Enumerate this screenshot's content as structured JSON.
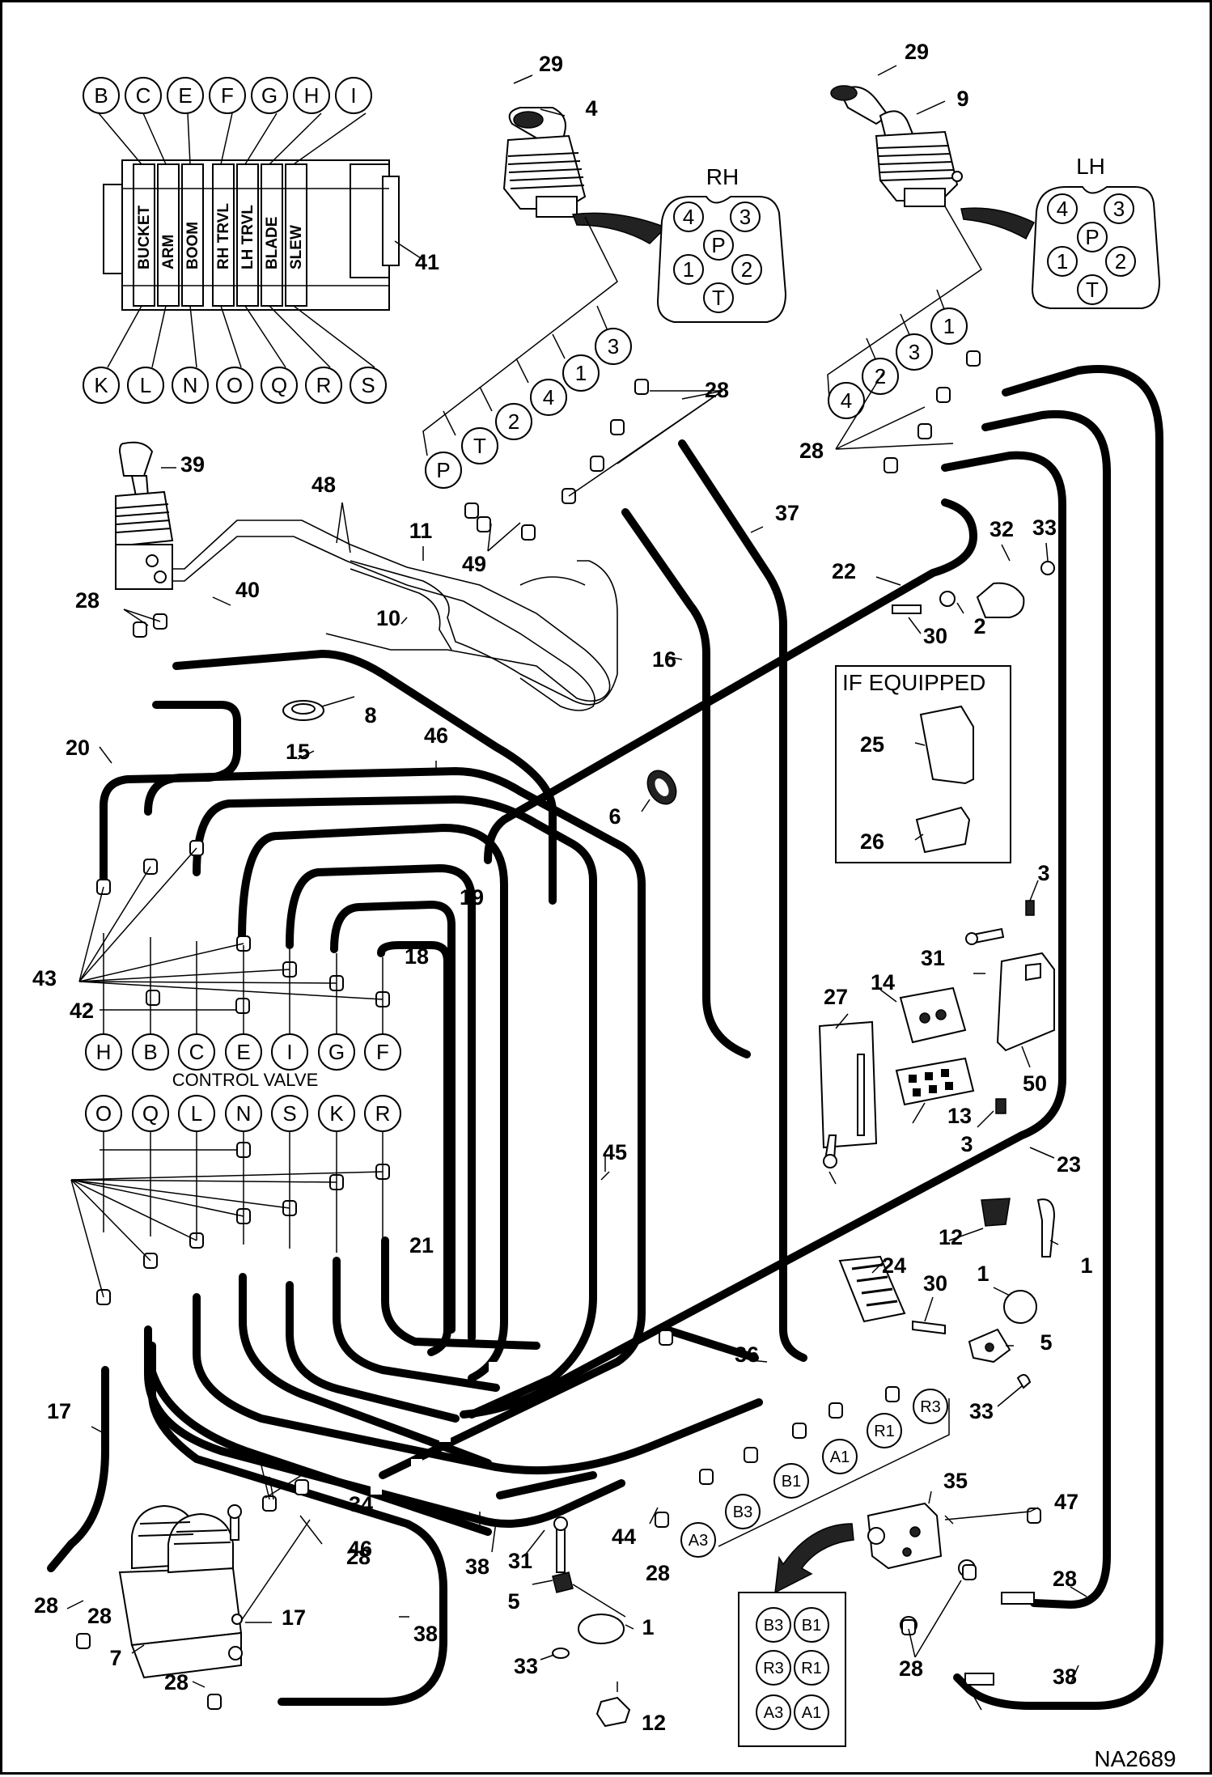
{
  "drawing_id": "NA2689",
  "control_valve": {
    "title": "CONTROL VALVE",
    "top_ports": [
      "H",
      "B",
      "C",
      "E",
      "I",
      "G",
      "F"
    ],
    "bottom_ports": [
      "O",
      "Q",
      "L",
      "N",
      "S",
      "K",
      "R"
    ]
  },
  "valve_block": {
    "top_letters": [
      "B",
      "C",
      "E",
      "F",
      "G",
      "H",
      "I"
    ],
    "bottom_letters": [
      "K",
      "L",
      "N",
      "O",
      "Q",
      "R",
      "S"
    ],
    "sections": [
      "BUCKET",
      "ARM",
      "BOOM",
      "RH TRVL",
      "LH TRVL",
      "BLADE",
      "SLEW"
    ]
  },
  "rh_joystick": {
    "label": "RH",
    "ports": [
      "4",
      "3",
      "P",
      "1",
      "2",
      "T"
    ],
    "hose_tags": [
      "P",
      "T",
      "2",
      "4",
      "1",
      "3"
    ]
  },
  "lh_joystick": {
    "label": "LH",
    "ports": [
      "4",
      "3",
      "P",
      "1",
      "2",
      "T"
    ],
    "hose_tags": [
      "4",
      "2",
      "3",
      "1"
    ]
  },
  "if_equipped": {
    "title": "IF EQUIPPED"
  },
  "manifold_ports": {
    "tags": [
      "R3",
      "R1",
      "A1",
      "B1",
      "B3",
      "A3"
    ],
    "grid": [
      "B3",
      "B1",
      "R3",
      "R1",
      "A3",
      "A1"
    ]
  },
  "callouts": [
    "29",
    "4",
    "29",
    "9",
    "41",
    "39",
    "48",
    "11",
    "10",
    "49",
    "28",
    "37",
    "22",
    "32",
    "33",
    "30",
    "2",
    "40",
    "8",
    "20",
    "15",
    "46",
    "6",
    "16",
    "25",
    "26",
    "3",
    "43",
    "42",
    "19",
    "18",
    "31",
    "14",
    "27",
    "50",
    "13",
    "3",
    "23",
    "45",
    "21",
    "12",
    "1",
    "24",
    "30",
    "1",
    "5",
    "36",
    "33",
    "17",
    "35",
    "47",
    "44",
    "28",
    "31",
    "5",
    "1",
    "33",
    "12",
    "7",
    "28",
    "28",
    "34",
    "46",
    "17",
    "38",
    "38",
    "28"
  ]
}
